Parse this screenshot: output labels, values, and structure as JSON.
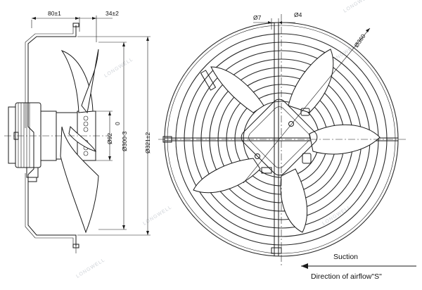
{
  "dimensions": {
    "depth_total": "80±1",
    "depth_blade": "34±2",
    "motor_diameter": "Ø92",
    "blade_diameter": "Ø300-3",
    "blade_tolerance": "0",
    "housing_diameter": "Ø321±2",
    "hole_diameter_a": "Ø7",
    "hole_diameter_b": "Ø4",
    "bolt_circle": "Ø360"
  },
  "labels": {
    "suction": "Suction",
    "airflow": "Direction of airflow\"S\""
  },
  "watermark": "LONGWELL",
  "colors": {
    "line": "#1a1a1a",
    "watermark": "#cfd3d8"
  }
}
